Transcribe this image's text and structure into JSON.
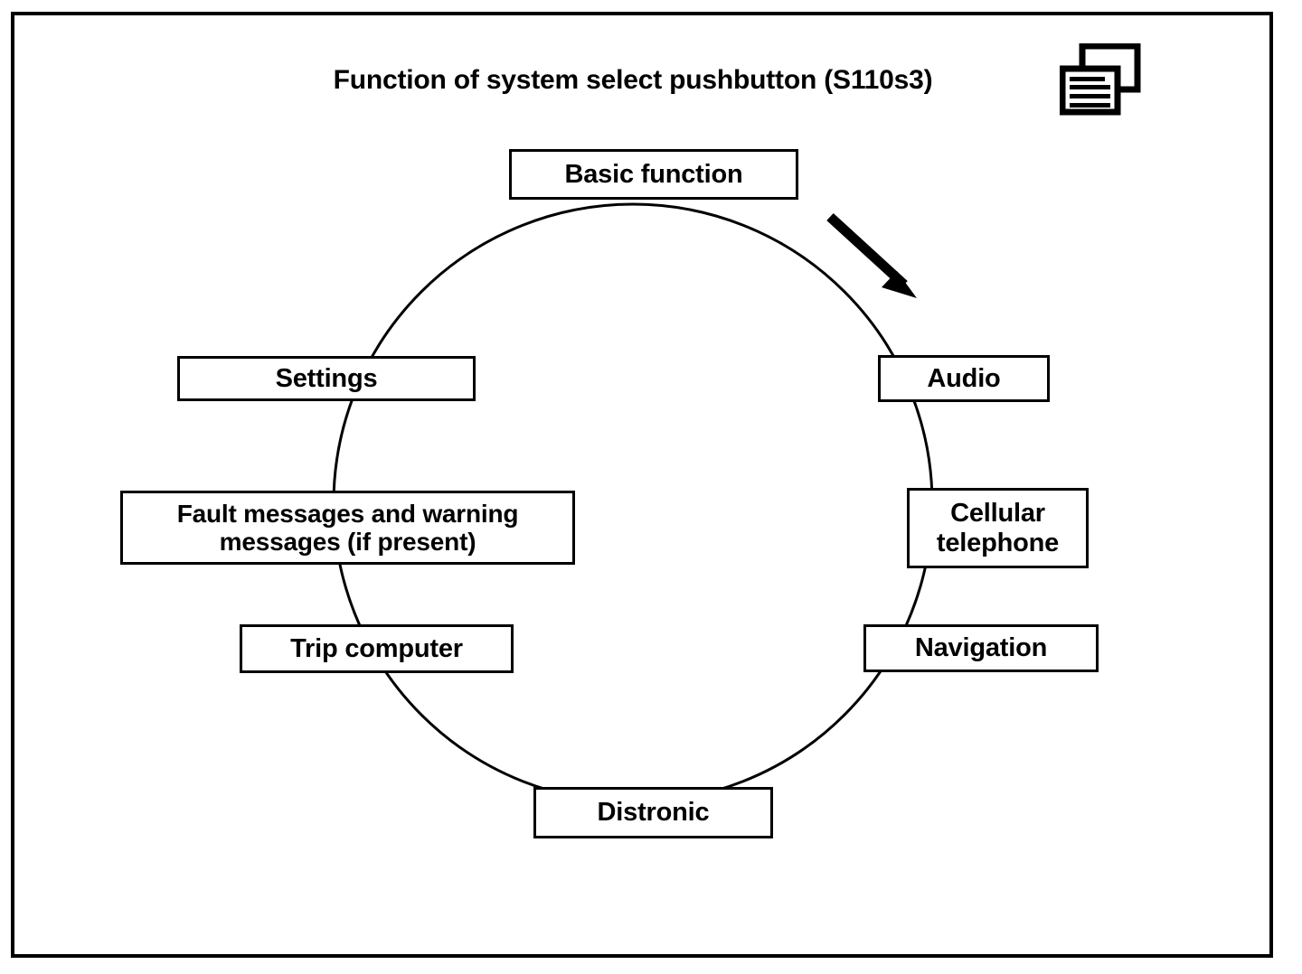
{
  "page": {
    "title": "Function of system select pushbutton (S110s3)",
    "background_color": "#ffffff",
    "line_color": "#000000"
  },
  "header_icon": {
    "name": "pages-icon",
    "description": "two overlapping document pages with text lines"
  },
  "diagram": {
    "type": "cycle",
    "direction": "clockwise",
    "arrow": {
      "name": "clockwise-rotation-arrow",
      "label": ""
    },
    "nodes": [
      {
        "id": "basic",
        "label": "Basic function"
      },
      {
        "id": "audio",
        "label": "Audio"
      },
      {
        "id": "cellular",
        "label": "Cellular\ntelephone"
      },
      {
        "id": "navigation",
        "label": "Navigation"
      },
      {
        "id": "distronic",
        "label": "Distronic"
      },
      {
        "id": "trip",
        "label": "Trip computer"
      },
      {
        "id": "fault",
        "label": "Fault messages and warning\nmessages (if present)"
      },
      {
        "id": "settings",
        "label": "Settings"
      }
    ]
  },
  "chart_data": {
    "type": "diagram",
    "title": "Function of system select pushbutton (S110s3)",
    "categories": [
      "Basic function",
      "Audio",
      "Cellular telephone",
      "Navigation",
      "Distronic",
      "Trip computer",
      "Fault messages and warning messages (if present)",
      "Settings"
    ]
  }
}
